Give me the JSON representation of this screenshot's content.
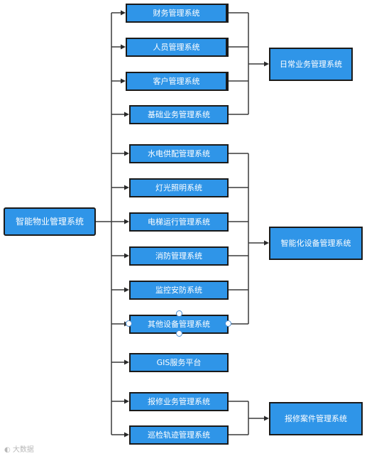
{
  "root": "智能物业管理系统",
  "systems": [
    "财务管理系统",
    "人员管理系统",
    "客户管理系统",
    "基础业务管理系统",
    "水电供配管理系统",
    "灯光照明系统",
    "电梯运行管理系统",
    "消防管理系统",
    "监控安防系统",
    "其他设备管理系统",
    "GIS服务平台",
    "报修业务管理系统",
    "巡检轨迹管理系统"
  ],
  "groups": [
    "日常业务管理系统",
    "智能化设备管理系统",
    "报修案件管理系统"
  ],
  "watermark": "大数据",
  "colors": {
    "node_fill": "#2f95e8",
    "border": "#1a1a1a",
    "text": "#ffffff"
  }
}
